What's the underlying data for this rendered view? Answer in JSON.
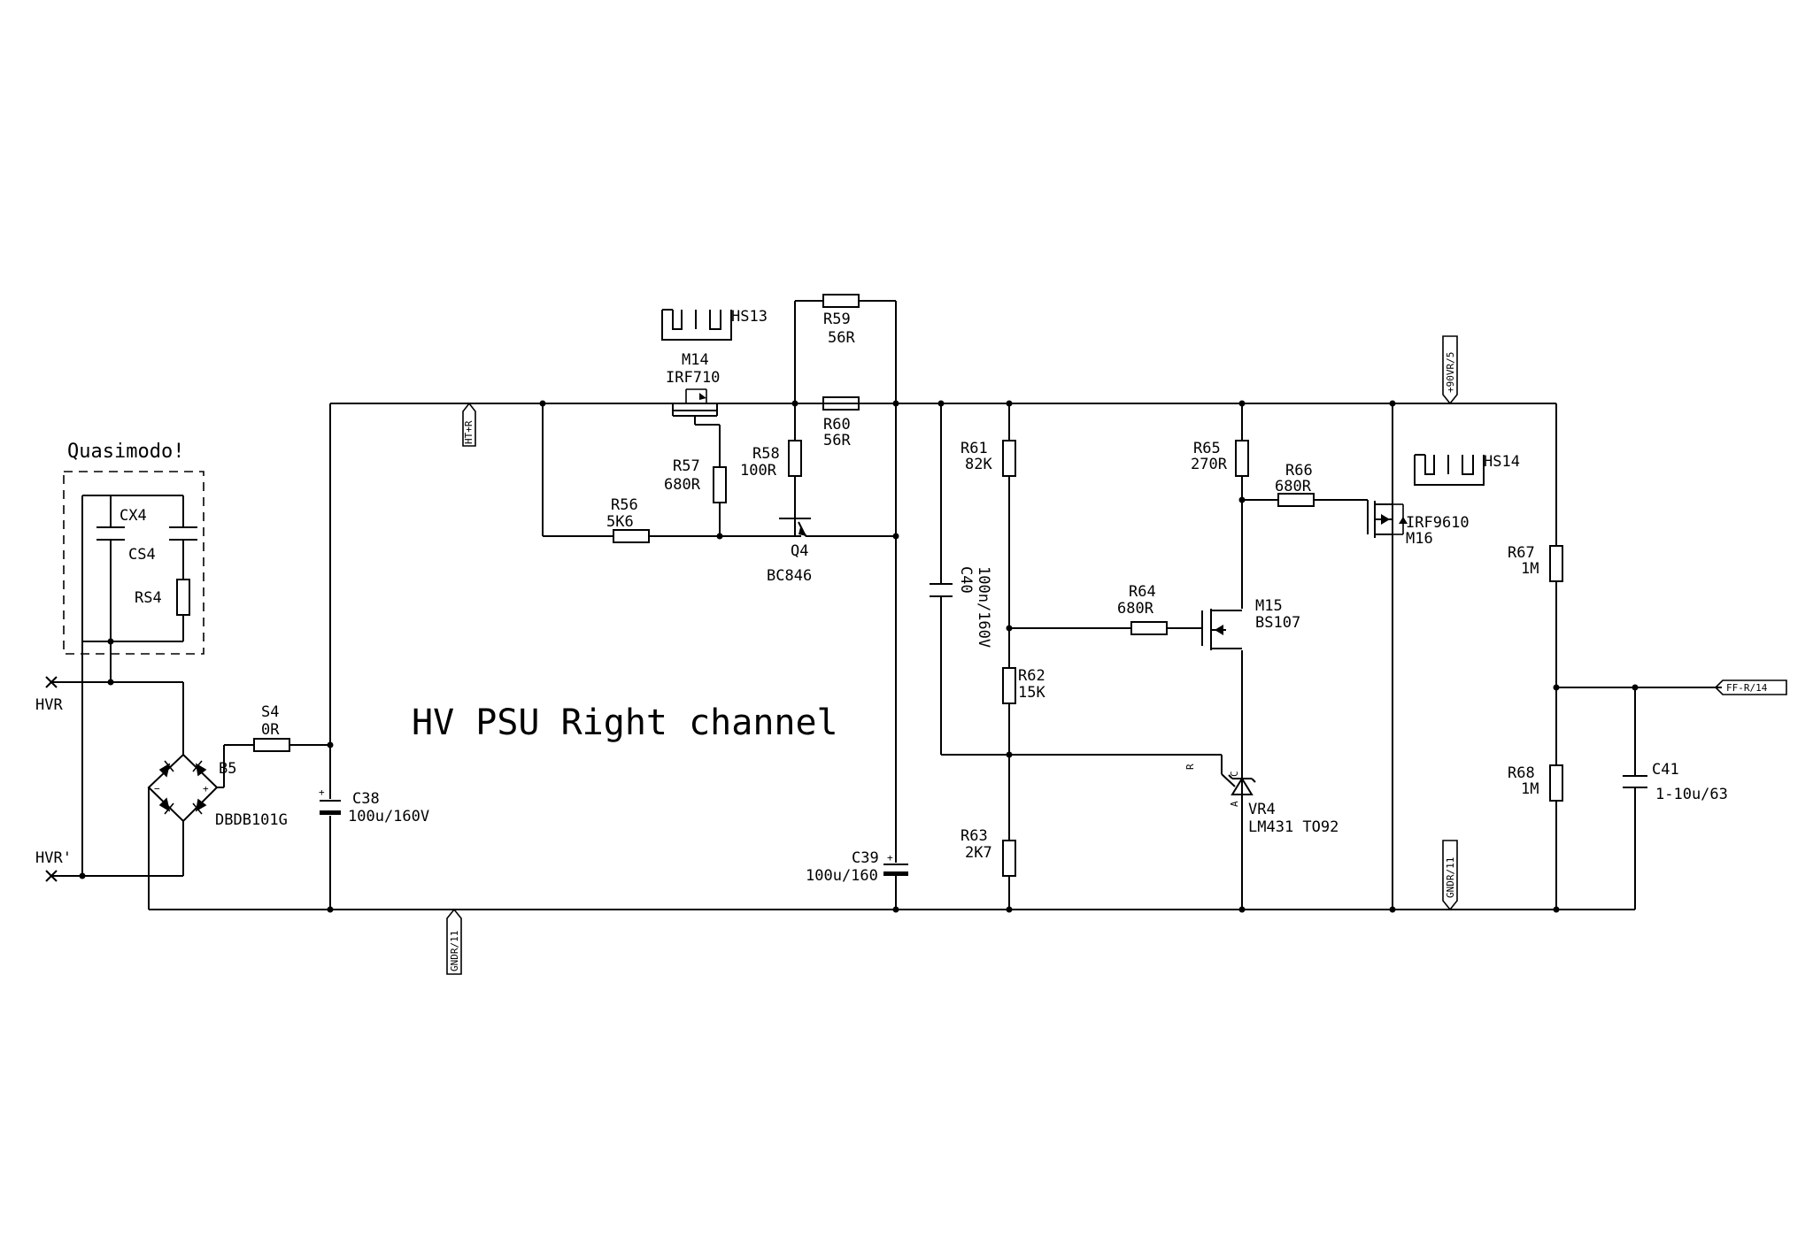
{
  "title": "HV PSU Right channel",
  "group_label": "Quasimodo!",
  "ports": {
    "hvr": "HVR",
    "hvr2": "HVR'",
    "htp": "HT+R",
    "v90": "+90VR/5",
    "gnd_left": "GNDR/11",
    "gnd_right": "GNDR/11",
    "ff": "FF-R/14"
  },
  "components": {
    "cx4": {
      "ref": "CX4"
    },
    "cs4": {
      "ref": "CS4"
    },
    "rs4": {
      "ref": "RS4"
    },
    "s4": {
      "ref": "S4",
      "value": "0R"
    },
    "b5": {
      "ref": "B5",
      "value": "DBDB101G"
    },
    "c38": {
      "ref": "C38",
      "value": "100u/160V"
    },
    "hs13": {
      "ref": "HS13"
    },
    "m14": {
      "ref": "M14",
      "value": "IRF710"
    },
    "r56": {
      "ref": "R56",
      "value": "5K6"
    },
    "r57": {
      "ref": "R57",
      "value": "680R"
    },
    "r58": {
      "ref": "R58",
      "value": "100R"
    },
    "r59": {
      "ref": "R59",
      "value": "56R"
    },
    "r60": {
      "ref": "R60",
      "value": "56R"
    },
    "q4": {
      "ref": "Q4",
      "value": "BC846"
    },
    "c39": {
      "ref": "C39",
      "value": "100u/160"
    },
    "c40": {
      "ref": "C40",
      "value": "100n/160V"
    },
    "r61": {
      "ref": "R61",
      "value": "82K"
    },
    "r62": {
      "ref": "R62",
      "value": "15K"
    },
    "r63": {
      "ref": "R63",
      "value": "2K7"
    },
    "r64": {
      "ref": "R64",
      "value": "680R"
    },
    "m15": {
      "ref": "M15",
      "value": "BS107"
    },
    "r65": {
      "ref": "R65",
      "value": "270R"
    },
    "r66": {
      "ref": "R66",
      "value": "680R"
    },
    "hs14": {
      "ref": "HS14"
    },
    "m16": {
      "ref": "M16",
      "value": "IRF9610"
    },
    "vr4": {
      "ref": "VR4",
      "value": "LM431 TO92"
    },
    "r67": {
      "ref": "R67",
      "value": "1M"
    },
    "r68": {
      "ref": "R68",
      "value": "1M"
    },
    "c41": {
      "ref": "C41",
      "value": "1-10u/63"
    }
  },
  "pins": {
    "r": "R",
    "c": "C",
    "a": "A"
  }
}
